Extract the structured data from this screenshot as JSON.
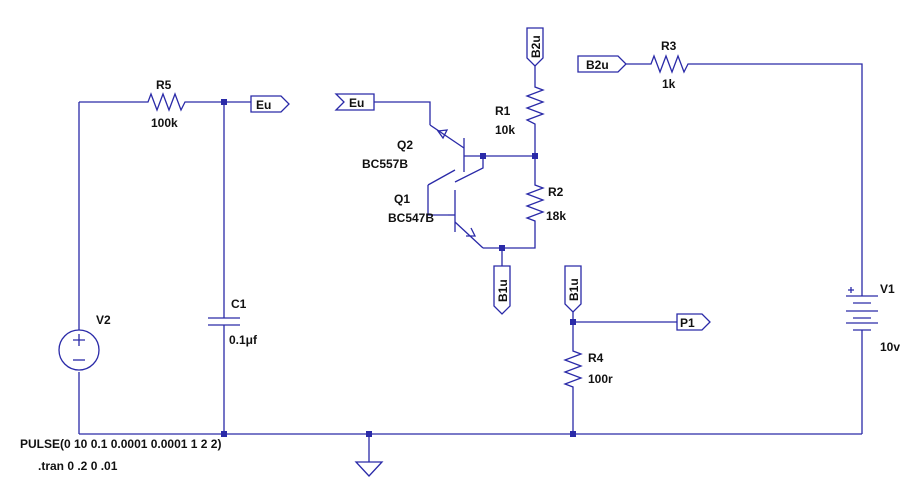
{
  "components": {
    "r5": {
      "name": "R5",
      "value": "100k"
    },
    "r1": {
      "name": "R1",
      "value": "10k"
    },
    "r2": {
      "name": "R2",
      "value": "18k"
    },
    "r3": {
      "name": "R3",
      "value": "1k"
    },
    "r4": {
      "name": "R4",
      "value": "100r"
    },
    "c1": {
      "name": "C1",
      "value": "0.1μf"
    },
    "q1": {
      "name": "Q1",
      "model": "BC547B"
    },
    "q2": {
      "name": "Q2",
      "model": "BC557B"
    },
    "v1": {
      "name": "V1",
      "value": "10v"
    },
    "v2": {
      "name": "V2"
    }
  },
  "net_labels": {
    "eu_out": "Eu",
    "eu_in": "Eu",
    "b2u_top": "B2u",
    "b2u_left": "B2u",
    "b1u_left": "B1u",
    "b1u_right": "B1u",
    "p1": "P1"
  },
  "directives": {
    "pulse": "PULSE(0 10 0.1 0.0001 0.0001 1 2 2)",
    "tran": ".tran 0 .2 0 .01"
  },
  "colors": {
    "wire": "#2a2aa8",
    "background": "#ffffff"
  }
}
